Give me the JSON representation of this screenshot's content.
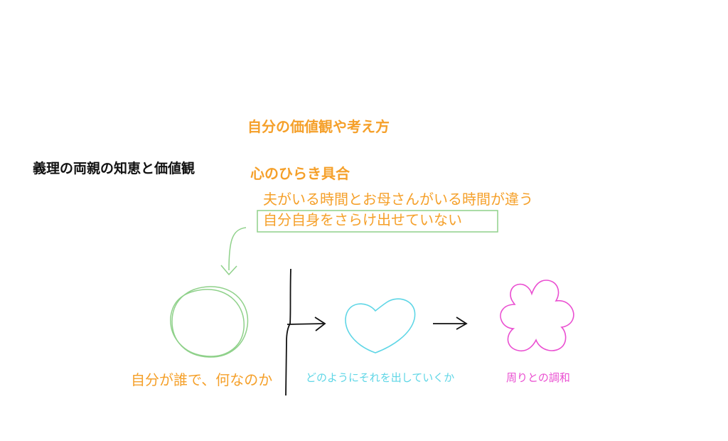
{
  "texts": {
    "own_values": "自分の価値観や考え方",
    "parents_wisdom": "義理の両親の知恵と価値観",
    "heart_openness": "心のひらき具合",
    "time_difference": "夫がいる時間とお母さんがいる時間が違う",
    "not_showing_self": "自分自身をさらけ出せていない",
    "who_am_i": "自分が誰で、何なのか",
    "how_to_express": "どのようにそれを出していくか",
    "harmony": "周りとの調和"
  },
  "colors": {
    "orange": "#f5a02a",
    "green": "#8fd18a",
    "cyan": "#5fd6e6",
    "magenta": "#ea4fd1",
    "black": "#111111"
  },
  "shapes": {
    "self_shape": "green-circle",
    "expression_shape": "cyan-heart",
    "harmony_shape": "magenta-flower"
  }
}
